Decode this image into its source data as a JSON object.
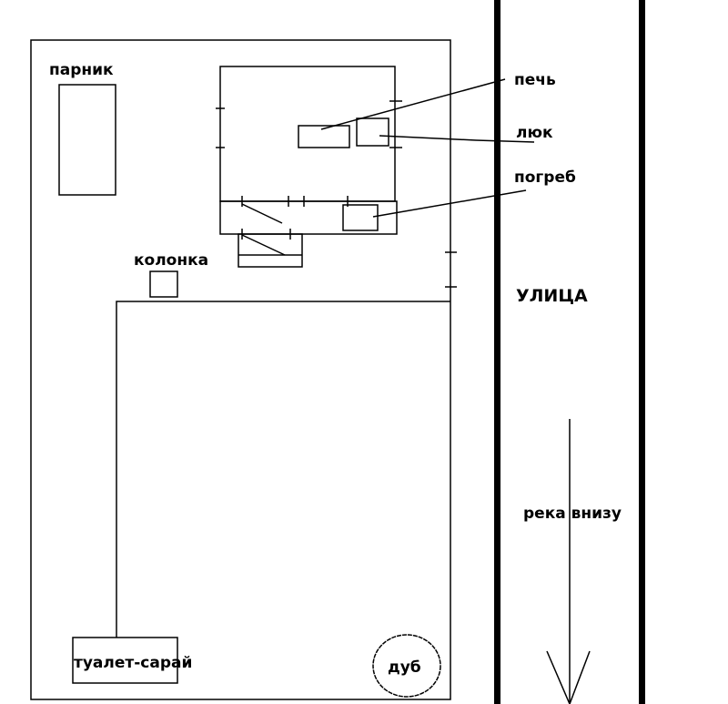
{
  "labels": {
    "greenhouse": "парник",
    "stove": "печь",
    "hatch": "люк",
    "cellar": "погреб",
    "street": "УЛИЦА",
    "water_pump": "колонка",
    "river": "река внизу",
    "toilet_shed": "туалет-сарай",
    "oak": "дуб"
  },
  "colors": {
    "ink": "#000000",
    "background": "#ffffff"
  }
}
